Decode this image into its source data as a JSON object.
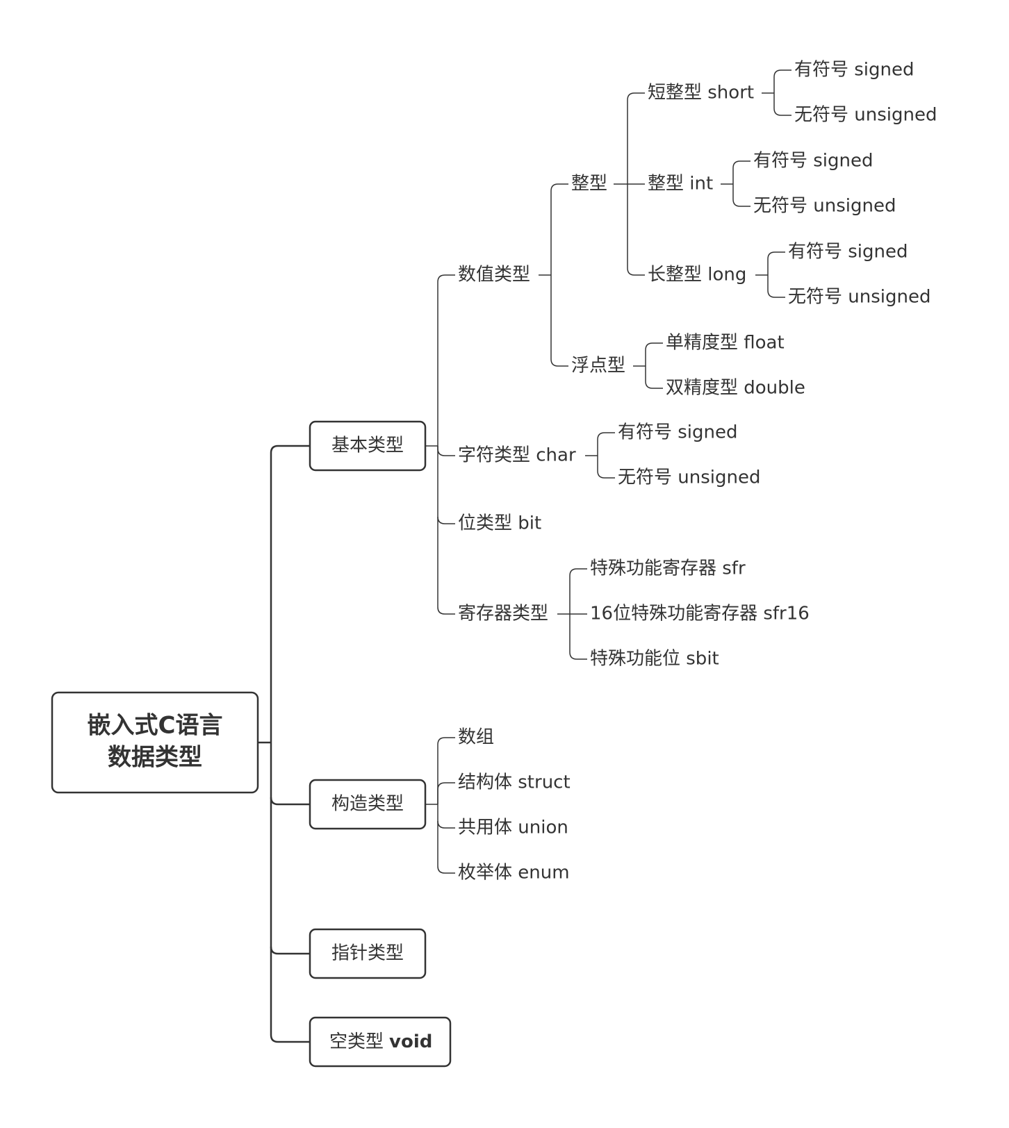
{
  "root": {
    "line1": "嵌入式C语言",
    "line2": "数据类型"
  },
  "basic": {
    "label": "基本类型",
    "numeric": {
      "label": "数值类型",
      "integer": {
        "label": "整型",
        "short": {
          "label": "短整型 short",
          "signed": "有符号 signed",
          "unsigned": "无符号 unsigned"
        },
        "int": {
          "label": "整型 int",
          "signed": "有符号 signed",
          "unsigned": "无符号 unsigned"
        },
        "long": {
          "label": "长整型 long",
          "signed": "有符号 signed",
          "unsigned": "无符号 unsigned"
        }
      },
      "float": {
        "label": "浮点型",
        "single": "单精度型 float",
        "double": "双精度型 double"
      }
    },
    "char": {
      "label": "字符类型 char",
      "signed": "有符号 signed",
      "unsigned": "无符号 unsigned"
    },
    "bit": {
      "label": "位类型 bit"
    },
    "register": {
      "label": "寄存器类型",
      "sfr": "特殊功能寄存器 sfr",
      "sfr16": "16位特殊功能寄存器 sfr16",
      "sbit": "特殊功能位 sbit"
    }
  },
  "constructed": {
    "label": "构造类型",
    "array": "数组",
    "struct": "结构体 struct",
    "union": "共用体 union",
    "enum": "枚举体 enum"
  },
  "pointer": {
    "label": "指针类型"
  },
  "void": {
    "label_cn": "空类型",
    "label_en": "void"
  }
}
